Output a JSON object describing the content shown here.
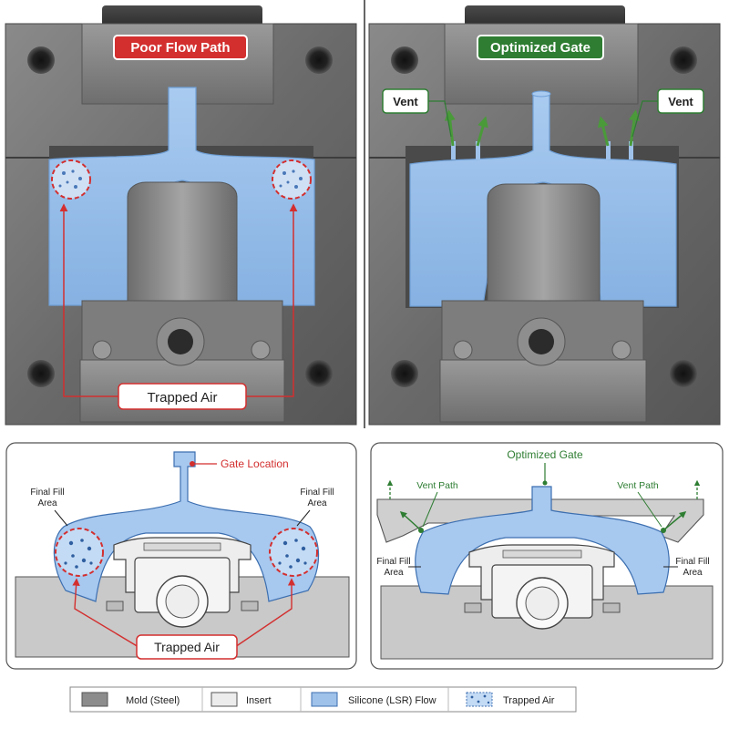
{
  "top_left": {
    "badge": "Poor Flow Path",
    "trapped_air_label": "Trapped Air"
  },
  "top_right": {
    "badge": "Optimized Gate",
    "vent_left": "Vent",
    "vent_right": "Vent"
  },
  "diagram_left": {
    "gate_label": "Gate Location",
    "final_fill_left": [
      "Final Fill",
      "Area"
    ],
    "final_fill_right": [
      "Final Fill",
      "Area"
    ],
    "trapped_air_label": "Trapped Air"
  },
  "diagram_right": {
    "gate_label": "Optimized Gate",
    "vent_path_left": "Vent Path",
    "vent_path_right": "Vent Path",
    "final_fill_left": [
      "Final Fill",
      "Area"
    ],
    "final_fill_right": [
      "Final Fill",
      "Area"
    ]
  },
  "legend": [
    {
      "label": "Mold (Steel)",
      "swatch": "mold"
    },
    {
      "label": "Insert",
      "swatch": "insert"
    },
    {
      "label": "Silicone (LSR) Flow",
      "swatch": "silicone"
    },
    {
      "label": "Trapped Air",
      "swatch": "air"
    }
  ],
  "colors": {
    "poor": "#d32f2f",
    "optimized": "#2e7d32",
    "silicone": "#9fc2ea",
    "steel": "#6b6b6b"
  }
}
